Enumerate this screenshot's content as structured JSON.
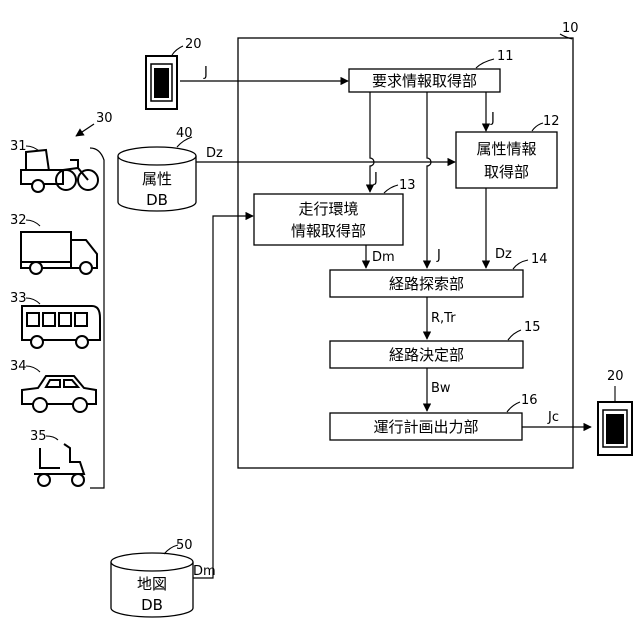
{
  "refs": {
    "system": "10",
    "terminal_top": "20",
    "terminal_right": "20",
    "vehicle_group": "30",
    "car_31": "31",
    "car_32": "32",
    "car_33": "33",
    "car_34": "34",
    "car_35": "35",
    "attr_db": "40",
    "map_db": "50",
    "unit_11": "11",
    "unit_12": "12",
    "unit_13": "13",
    "unit_14": "14",
    "unit_15": "15",
    "unit_16": "16"
  },
  "boxes": {
    "request": "要求情報取得部",
    "attr_info_1": "属性情報",
    "attr_info_2": "取得部",
    "env_1": "走行環境",
    "env_2": "情報取得部",
    "search": "経路探索部",
    "decide": "経路決定部",
    "output": "運行計画出力部"
  },
  "databases": {
    "attr_1": "属性",
    "attr_2": "DB",
    "map_1": "地図",
    "map_2": "DB"
  },
  "signals": {
    "j_terminal": "J",
    "j_request_to_attr": "J",
    "j_request_to_env": "J",
    "j_request_to_search": "J",
    "dz_db": "Dz",
    "dz_attr_to_search": "Dz",
    "dm_env_to_search": "Dm",
    "dm_map": "Dm",
    "r_tr": "R,Tr",
    "bw": "Bw",
    "jc": "Jc"
  },
  "icons": [
    "smartphone-icon",
    "tricycle-icon",
    "truck-icon",
    "bus-icon",
    "car-icon",
    "mobility-scooter-icon",
    "database-icon"
  ]
}
